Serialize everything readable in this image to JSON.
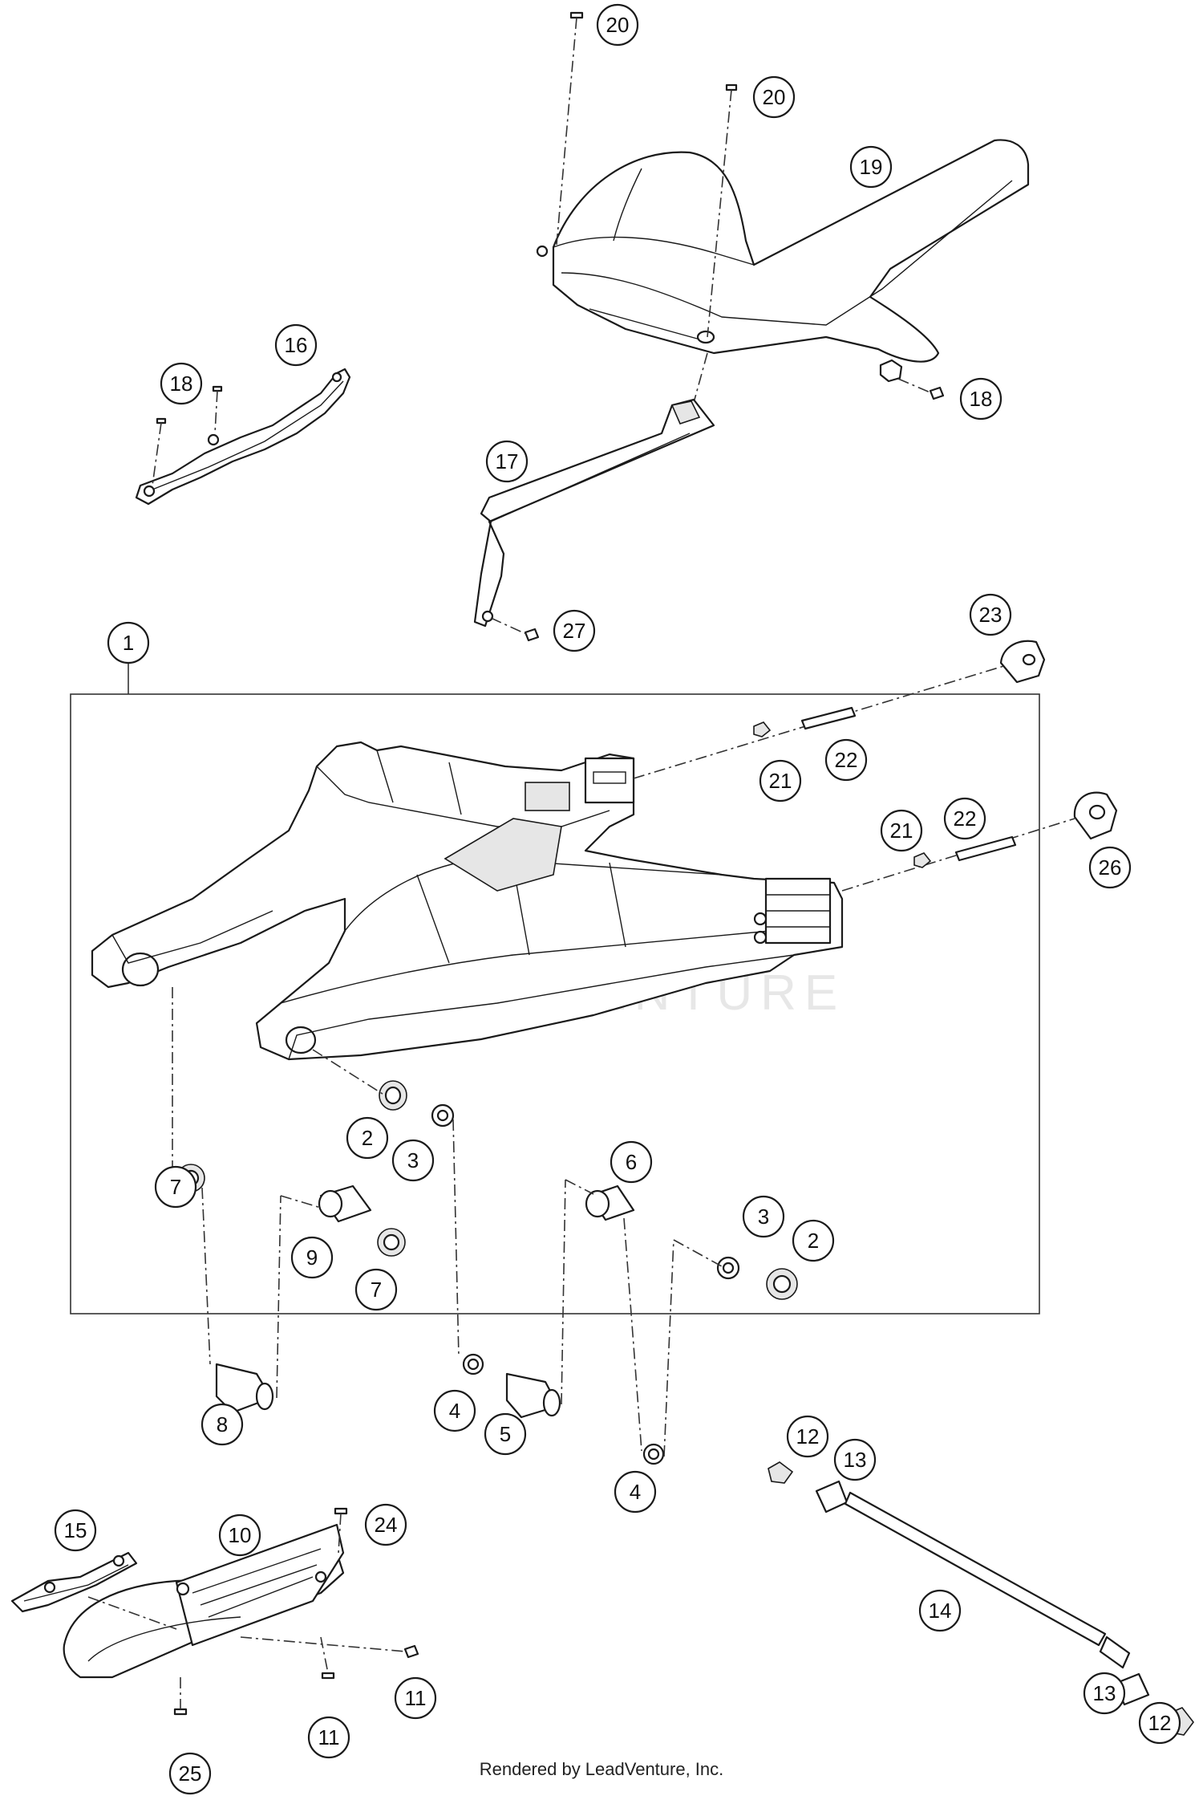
{
  "diagram": {
    "watermark": "LEADVENTURE",
    "footer": "Rendered by LeadVenture, Inc.",
    "callouts": [
      "20",
      "20",
      "19",
      "16",
      "18",
      "18",
      "17",
      "27",
      "1",
      "23",
      "21",
      "22",
      "21",
      "22",
      "26",
      "2",
      "3",
      "7",
      "9",
      "7",
      "6",
      "3",
      "2",
      "8",
      "4",
      "5",
      "4",
      "12",
      "13",
      "15",
      "10",
      "24",
      "14",
      "11",
      "11",
      "13",
      "12",
      "25"
    ]
  }
}
